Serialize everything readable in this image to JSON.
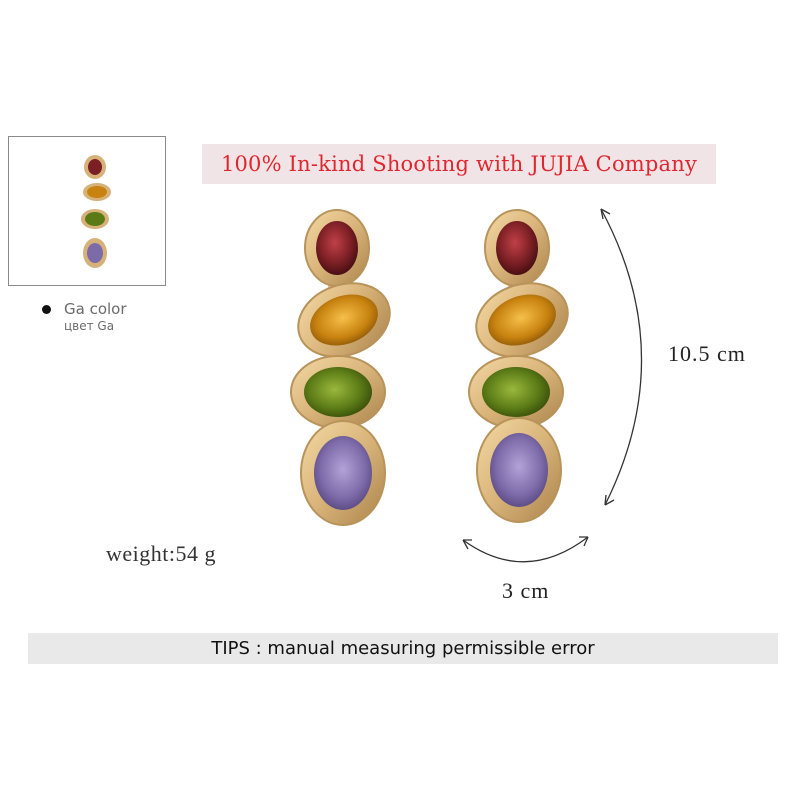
{
  "banner": {
    "text": "100% In-kind Shooting with JUJIA Company"
  },
  "variant": {
    "label": "Ga color",
    "sublabel": "цвет Ga"
  },
  "dimensions": {
    "height_label": "10.5 cm",
    "width_label": "3 cm"
  },
  "weight": {
    "label": "weight:54 g"
  },
  "tips": {
    "text": "TIPS : manual measuring permissible error"
  },
  "gem_colors": {
    "top": "#7a1f24",
    "second": "#c8820f",
    "third": "#5a7a16",
    "bottom": "#7d6aa8",
    "metal": "#d9b47a"
  }
}
